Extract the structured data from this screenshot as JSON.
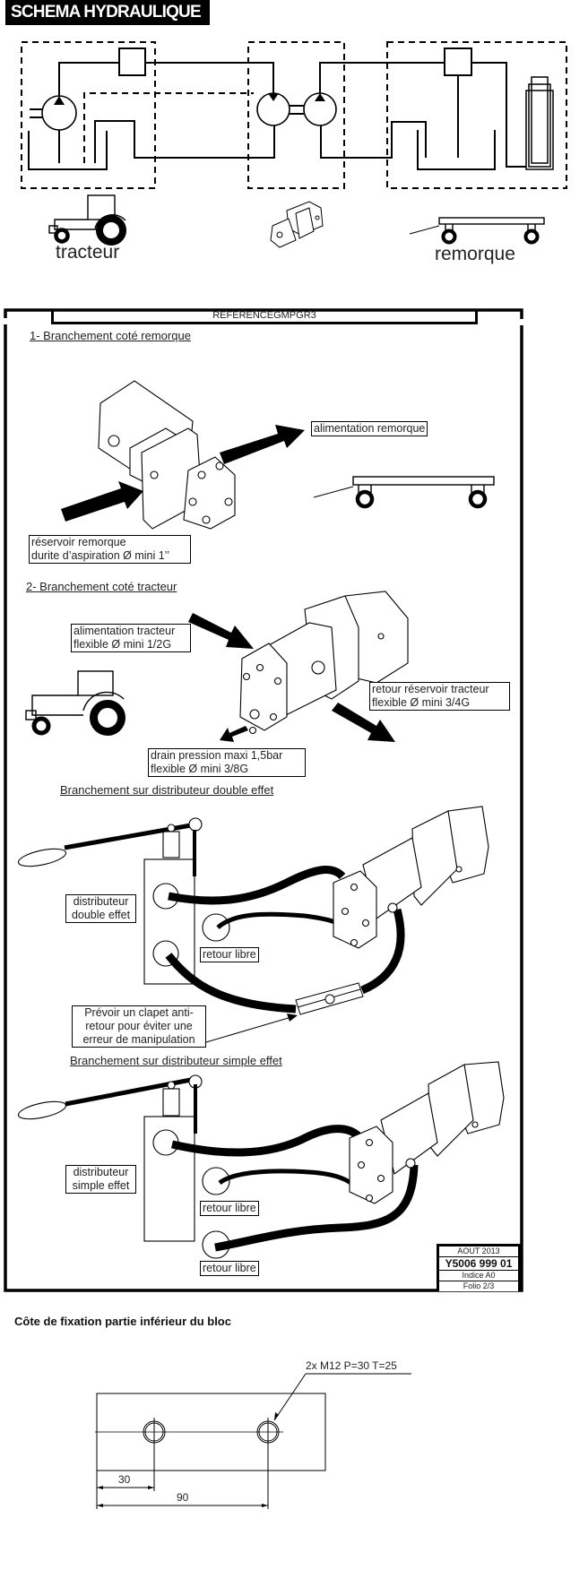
{
  "header": {
    "title": "SCHEMA HYDRAULIQUE",
    "labels": {
      "tractor": "tracteur",
      "trailer": "remorque"
    }
  },
  "sheet": {
    "reference": "REFERENCEGMPGR3",
    "section1": {
      "heading": "1- Branchement coté remorque",
      "supply_label": "alimentation remorque",
      "tank_line1": "réservoir remorque",
      "tank_line2": "durite d’aspiration Ø mini 1’’"
    },
    "section2": {
      "heading": "2- Branchement coté tracteur",
      "supply_line1": "alimentation tracteur",
      "supply_line2": "flexible Ø mini 1/2G",
      "return_line1": "retour réservoir tracteur",
      "return_line2": "flexible Ø mini 3/4G",
      "drain_line1": "drain pression maxi 1,5bar",
      "drain_line2": "flexible Ø mini 3/8G"
    },
    "section3": {
      "heading": "Branchement sur distributeur double effet",
      "valve_line1": "distributeur",
      "valve_line2": "double effet",
      "free_return": "retour libre",
      "note_line1": "Prévoir un clapet anti-",
      "note_line2": "retour pour éviter une",
      "note_line3": "erreur de manipulation"
    },
    "section4": {
      "heading": "Branchement sur distributeur simple effet",
      "valve_line1": "distributeur",
      "valve_line2": "simple effet",
      "free_return_1": "retour libre",
      "free_return_2": "retour libre"
    },
    "title_block": {
      "date": "AOUT 2013",
      "part_number": "Y5006 999 01",
      "index": "Indice A0",
      "folio": "Folio 2/3"
    }
  },
  "mounting": {
    "title": "Côte de fixation partie inférieur du bloc",
    "thread_note": "2x M12 P=30 T=25",
    "dim_first_hole": "30",
    "dim_second_hole": "90"
  }
}
